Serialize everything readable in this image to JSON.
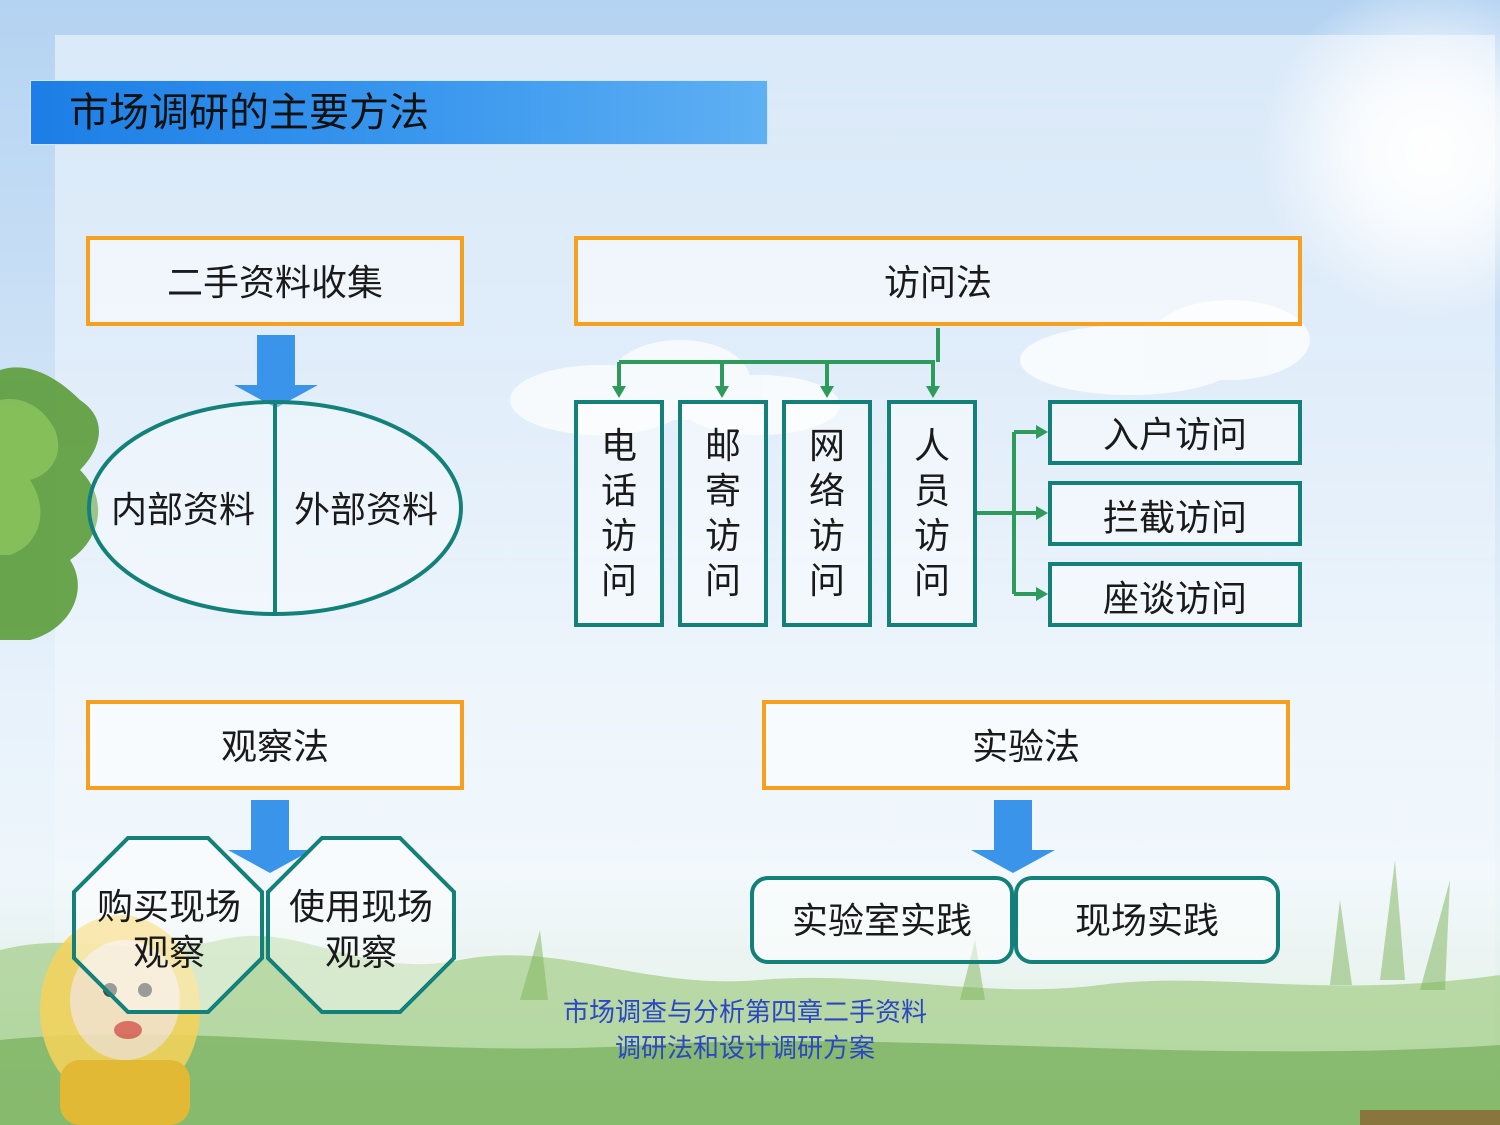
{
  "title": "市场调研的主要方法",
  "secondhand": {
    "label": "二手资料收集",
    "internal": "内部资料",
    "external": "外部资料"
  },
  "interview": {
    "label": "访问法",
    "methods": [
      "电话访问",
      "邮寄访问",
      "网络访问",
      "人员访问"
    ],
    "personal_types": [
      "入户访问",
      "拦截访问",
      "座谈访问"
    ]
  },
  "observation": {
    "label": "观察法",
    "items": [
      "购买现场观察",
      "使用现场观察"
    ],
    "item_lines": [
      [
        "购买现场",
        "观察"
      ],
      [
        "使用现场",
        "观察"
      ]
    ]
  },
  "experiment": {
    "label": "实验法",
    "items": [
      "实验室实践",
      "现场实践"
    ]
  },
  "footer": {
    "line1": "市场调查与分析第四章二手资料",
    "line2": "调研法和设计调研方案"
  },
  "colors": {
    "title_bar": "#2f8fe8",
    "orange_border": "#f5a11f",
    "teal_border": "#13807a",
    "connector": "#2e9a5b",
    "arrow": "#3a95ea",
    "footer_text": "#2c46c4"
  }
}
